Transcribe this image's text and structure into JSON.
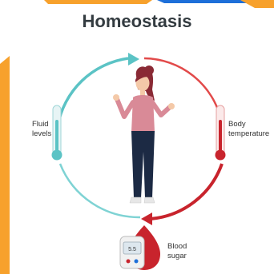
{
  "title": "Homeostasis",
  "labels": {
    "fluid": [
      "Fluid",
      "levels"
    ],
    "temperature": [
      "Body",
      "temperature"
    ],
    "blood": [
      "Blood",
      "sugar"
    ]
  },
  "glucometer_reading": "5.5",
  "icons": {
    "left": "thermometer-blue-icon",
    "right": "thermometer-red-icon",
    "bottom": "blood-glucose-meter-icon",
    "center": "woman-illustration"
  },
  "colors": {
    "teal": "#5bc3c5",
    "red": "#c8242d",
    "orange": "#f7a12c",
    "blue": "#1e6fd9",
    "text": "#333b40"
  }
}
